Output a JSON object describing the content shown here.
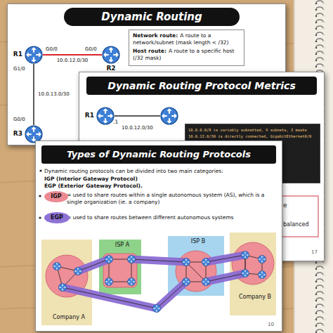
{
  "diagram": {
    "nodes": [
      {
        "text": [
          "Dynamic Routing"
        ]
      },
      {
        "text": [
          "Network route:",
          "A route to a network/subnet (mask length < /32)",
          "Host route:",
          "A route to a specific host (/32 mask)"
        ],
        "in": 0
      },
      {
        "text": [
          "R1"
        ],
        "in": 0
      },
      {
        "text": [
          "R2"
        ],
        "in": 0
      },
      {
        "text": [
          "R3"
        ],
        "in": 0
      },
      {
        "text": [
          "Dynamic Routing Protocol Metrics"
        ]
      },
      {
        "text": [
          "R1"
        ],
        "in": 5
      },
      {
        "text": [
          "10.0.0.0/8 is variably subnetted, 6 subnets, 2 masks",
          "10.0.12.0/30 is directly connected, GigabitEthernet0/0"
        ],
        "in": 5
      },
      {
        "text": [
          "Types of Dynamic Routing Protocols",
          "Dynamic routing protocols can be divided into two main categories:",
          "IGP (Interior Gateway Protocol)",
          "EGP (Exterior Gateway Protocol).",
          "= used to share routes within a single autonomous system (AS), which is a single organization (ie. a company)",
          "= used to share routes between different autonomous systems"
        ]
      },
      {
        "text": [
          "IGP"
        ],
        "in": 8
      },
      {
        "text": [
          "EGP"
        ],
        "in": 8
      },
      {
        "text": [
          "Company A"
        ],
        "in": 8
      },
      {
        "text": [
          "ISP A"
        ],
        "in": 8
      },
      {
        "text": [
          "ISP B"
        ],
        "in": 8
      },
      {
        "text": [
          "Company B"
        ],
        "in": 8
      }
    ],
    "edges": [
      {
        "from": 2,
        "to": 3,
        "label": "10.0.12.0/30",
        "arrow": "none"
      },
      {
        "from": 2,
        "to": 4,
        "label": "10.0.13.0/30",
        "arrow": "none"
      }
    ],
    "labels": [
      "G0/0",
      "G0/0",
      "G1/0",
      "G0/0",
      ".1",
      "10.0.12.0/30",
      "e",
      "balanced",
      "17",
      "10"
    ]
  }
}
